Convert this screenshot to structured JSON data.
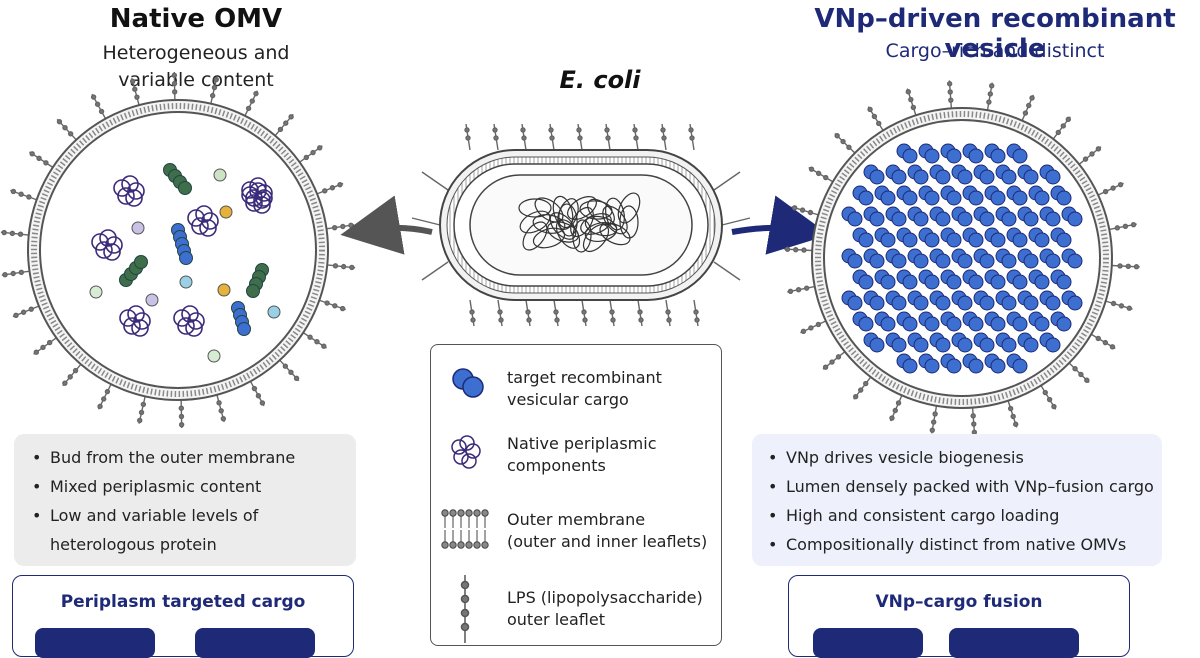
{
  "left_panel": {
    "title": "Native OMV",
    "subtitle_line1": "Heterogeneous and",
    "subtitle_line2": "variable content",
    "bullets": [
      "Bud from the outer membrane",
      "Mixed periplasmic content",
      "Low and variable levels of",
      "heterologous protein"
    ],
    "bottom_box_title": "Periplasm targeted cargo"
  },
  "center_panel": {
    "title": "E. coli",
    "legend": [
      {
        "icon": "blue-cargo-icon",
        "line1": "target recombinant",
        "line2": "vesicular cargo"
      },
      {
        "icon": "periplasmic-components-icon",
        "line1": "Native periplasmic",
        "line2": "components"
      },
      {
        "icon": "membrane-bilayer-icon",
        "line1": "Outer membrane",
        "line2": "(outer and inner leaflets)"
      },
      {
        "icon": "lps-chain-icon",
        "line1": "LPS (lipopolysaccharide)",
        "line2": "outer leaflet"
      }
    ]
  },
  "right_panel": {
    "title": "VNp–driven recombinant vesicle",
    "subtitle": "Cargo–rich and distinct",
    "bullets": [
      "VNp drives vesicle biogenesis",
      "Lumen densely packed with VNp–fusion cargo",
      "High and consistent cargo loading",
      "Compositionally distinct from native OMVs"
    ],
    "bottom_box_title": "VNp–cargo fusion"
  },
  "colors": {
    "navy": "#1e2a78",
    "cargo_blue": "#3c6fd0",
    "periplasm_purple": "#3a2a7a",
    "green_component": "#3f6e4a",
    "grey_box": "#ececec",
    "blue_box": "#eef1fb"
  }
}
